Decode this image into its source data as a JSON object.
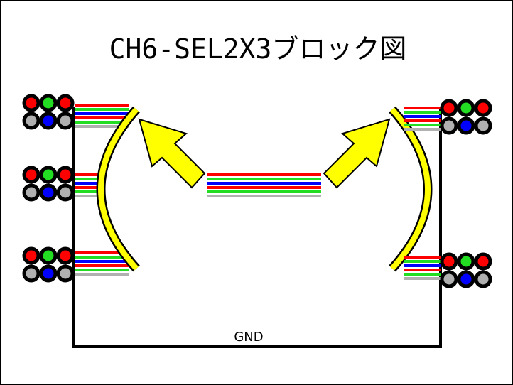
{
  "title": "CH6-SEL2X3ブロック図",
  "ground_label": "GND",
  "colors": {
    "red": "#ff0000",
    "green": "#22dd22",
    "blue": "#0000ff",
    "gray": "#b0b0b0",
    "yellow": "#ffff00",
    "wire": "#000000"
  },
  "connectors": {
    "left": [
      "left-connector-1",
      "left-connector-2",
      "left-connector-3"
    ],
    "right": [
      "right-connector-1",
      "right-connector-2"
    ]
  }
}
